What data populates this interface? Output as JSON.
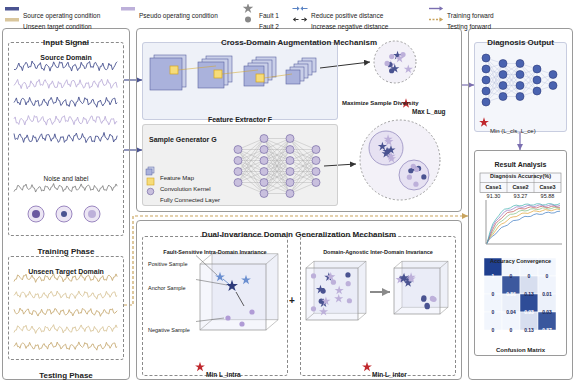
{
  "diagram": {
    "nodes": [
      {
        "text": [
          "Input Signal"
        ]
      },
      {
        "text": [
          "Source Domain",
          "Noise and label"
        ],
        "in": 0
      },
      {
        "text": [
          "Unseen Target Domain"
        ],
        "in": 0
      },
      {
        "text": [
          "Cross-Domain Augmentation Mechanism"
        ]
      },
      {
        "text": [
          "Feature Extractor F"
        ],
        "in": 3
      },
      {
        "text": [
          "Sample Generator G"
        ],
        "in": 3
      },
      {
        "text": [
          "Dual-Invariance Domain Generalization Mechanism"
        ]
      },
      {
        "text": [
          "Fault-Sensitive Intra-Domain Invariance"
        ],
        "in": 6
      },
      {
        "text": [
          "Domain-Agnostic Inter-Domain Invariance"
        ],
        "in": 6
      },
      {
        "text": [
          "Diagnosis Output"
        ]
      },
      {
        "text": [
          "Min (L_cls, L_ce)"
        ],
        "in": 9
      },
      {
        "text": [
          "Result Analysis"
        ],
        "in": 9
      }
    ],
    "edges": [
      {
        "from": 1,
        "to": 4,
        "arrow": "to"
      },
      {
        "from": 1,
        "to": 5,
        "arrow": "to"
      },
      {
        "from": 2,
        "to": 9,
        "arrow": "to"
      },
      {
        "from": 3,
        "to": 10,
        "arrow": "to"
      },
      {
        "from": 10,
        "to": 11,
        "arrow": "to"
      }
    ],
    "labels": [
      "Training Phase",
      "Testing Phase",
      "Feature Map",
      "Convolution Kernel",
      "Fully Connected Layer",
      "Maximize Sample Diversity",
      "Max L_aug",
      "Positive Sample",
      "Anchor Sample",
      "Negative Sample",
      "Min L_intra",
      "+",
      "Min L_inter",
      "Diagnosis Accuracy(%)",
      "Case1",
      "Case2",
      "Case3",
      "91.30",
      "93.27",
      "95.88",
      "Accuracy Convergence",
      "Confusion Matrix",
      "1",
      "0",
      "0",
      "0",
      "0",
      "0.86",
      "0.13",
      "0.01",
      "0",
      "0.04",
      "0.93",
      "0.03",
      "0",
      "0",
      "0.13",
      "0.87"
    ],
    "legend": [
      {
        "text": "Source operating condition",
        "color": "#4a5391"
      },
      {
        "text": "Pseudo operating condition",
        "color": "#bdb0da"
      },
      {
        "text": "Fault 1"
      },
      {
        "text": "Reduce positive distance"
      },
      {
        "text": "Training forward"
      },
      {
        "text": "Unseen target condition",
        "color": "#d9c69c"
      },
      {
        "text": "Fault 2"
      },
      {
        "text": "Increase negative distance"
      },
      {
        "text": "Testing forward"
      }
    ]
  }
}
